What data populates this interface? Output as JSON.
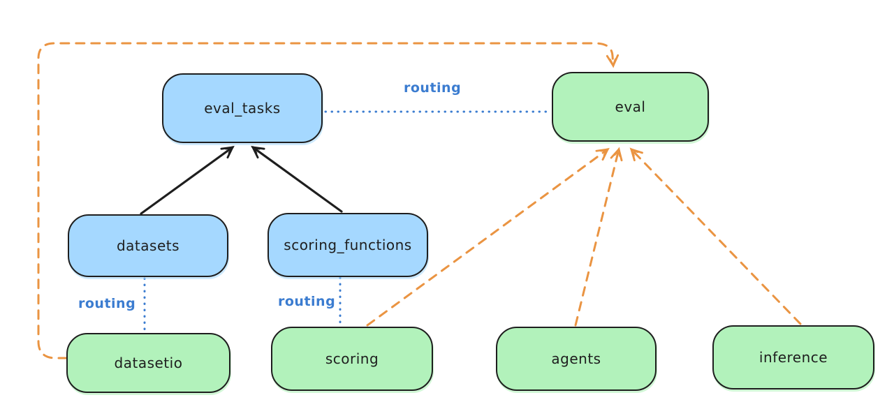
{
  "diagram": {
    "nodes": [
      {
        "id": "eval_tasks",
        "label": "eval_tasks",
        "fill": "blue"
      },
      {
        "id": "eval",
        "label": "eval",
        "fill": "green"
      },
      {
        "id": "datasets",
        "label": "datasets",
        "fill": "blue"
      },
      {
        "id": "scoring_functions",
        "label": "scoring_functions",
        "fill": "blue"
      },
      {
        "id": "datasetio",
        "label": "datasetio",
        "fill": "green"
      },
      {
        "id": "scoring",
        "label": "scoring",
        "fill": "green"
      },
      {
        "id": "agents",
        "label": "agents",
        "fill": "green"
      },
      {
        "id": "inference",
        "label": "inference",
        "fill": "green"
      }
    ],
    "edges": [
      {
        "from": "datasets",
        "to": "eval_tasks",
        "style": "solid-arrow",
        "color": "black",
        "label": ""
      },
      {
        "from": "scoring_functions",
        "to": "eval_tasks",
        "style": "solid-arrow",
        "color": "black",
        "label": ""
      },
      {
        "from": "eval_tasks",
        "to": "eval",
        "style": "dotted",
        "color": "blue",
        "label": "routing"
      },
      {
        "from": "datasets",
        "to": "datasetio",
        "style": "dotted",
        "color": "blue",
        "label": "routing"
      },
      {
        "from": "scoring_functions",
        "to": "scoring",
        "style": "dotted",
        "color": "blue",
        "label": "routing"
      },
      {
        "from": "datasetio",
        "to": "eval",
        "style": "dashed-arrow",
        "color": "orange",
        "label": ""
      },
      {
        "from": "scoring",
        "to": "eval",
        "style": "dashed-arrow",
        "color": "orange",
        "label": ""
      },
      {
        "from": "agents",
        "to": "eval",
        "style": "dashed-arrow",
        "color": "orange",
        "label": ""
      },
      {
        "from": "inference",
        "to": "eval",
        "style": "dashed-arrow",
        "color": "orange",
        "label": ""
      }
    ],
    "colors": {
      "background": "#ffffff",
      "blue_fill": "#a5d8ff",
      "green_fill": "#b2f2bb",
      "stroke": "#1e1e1e",
      "routing_text": "#3b7cd0",
      "routing_line": "#3b7cd0",
      "orange": "#ea9442"
    }
  }
}
